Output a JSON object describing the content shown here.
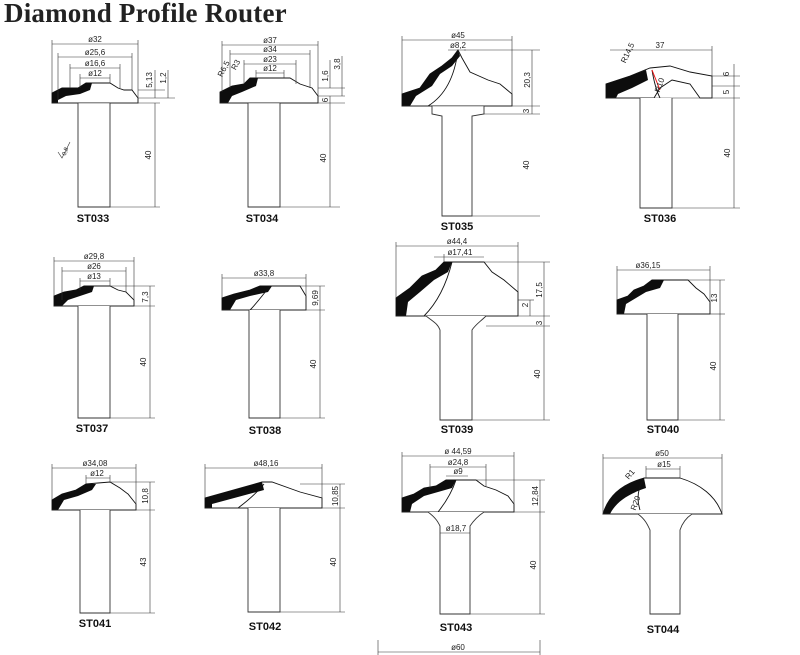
{
  "title": "Diamond Profile Router",
  "bits": [
    {
      "code": "ST033",
      "dims": {
        "d1": "ø32",
        "d2": "ø25,6",
        "d3": "ø16,6",
        "d4": "ø12",
        "h1": "5,13",
        "h2": "1,2",
        "shank": "40"
      },
      "extra": {
        "surface_mark": "0,8"
      }
    },
    {
      "code": "ST034",
      "dims": {
        "d1": "ø37",
        "d2": "ø34",
        "d3": "ø23",
        "d4": "ø12",
        "r1": "R6,5",
        "r2": "R3",
        "h1": "1,6",
        "h2": "3,8",
        "h3": "6",
        "shank": "40"
      }
    },
    {
      "code": "ST035",
      "dims": {
        "d1": "ø45",
        "d2": "ø8,2",
        "h1": "20,3",
        "h2": "3",
        "shank": "40"
      }
    },
    {
      "code": "ST036",
      "dims": {
        "d1": "37",
        "r1": "R14,5",
        "r2": "R10",
        "h1": "5",
        "h2": "6",
        "shank": "40"
      }
    },
    {
      "code": "ST037",
      "dims": {
        "d1": "ø29,8",
        "d2": "ø26",
        "d3": "ø13",
        "h1": "7,3",
        "shank": "40"
      }
    },
    {
      "code": "ST038",
      "dims": {
        "d1": "ø33,8",
        "h1": "9,69",
        "shank": "40"
      }
    },
    {
      "code": "ST039",
      "dims": {
        "d1": "ø44,4",
        "d2": "ø17,41",
        "h1": "17,5",
        "h2": "2",
        "h3": "3",
        "shank": "40"
      }
    },
    {
      "code": "ST040",
      "dims": {
        "d1": "ø36,15",
        "h1": "13",
        "shank": "40"
      }
    },
    {
      "code": "ST041",
      "dims": {
        "d1": "ø34,08",
        "d2": "ø12",
        "h1": "10,8",
        "shank": "43"
      }
    },
    {
      "code": "ST042",
      "dims": {
        "d1": "ø48,16",
        "h1": "10,85",
        "shank": "40"
      }
    },
    {
      "code": "ST043",
      "dims": {
        "d1": "ø 44,59",
        "d2": "ø24,8",
        "d3": "ø9",
        "d4": "ø18,7",
        "h1": "12,84",
        "shank": "40"
      }
    },
    {
      "code": "ST044",
      "dims": {
        "d1": "ø50",
        "d2": "ø15",
        "r1": "R1",
        "r2": "R20"
      }
    }
  ],
  "footer": {
    "partial_dim": "ø60"
  }
}
